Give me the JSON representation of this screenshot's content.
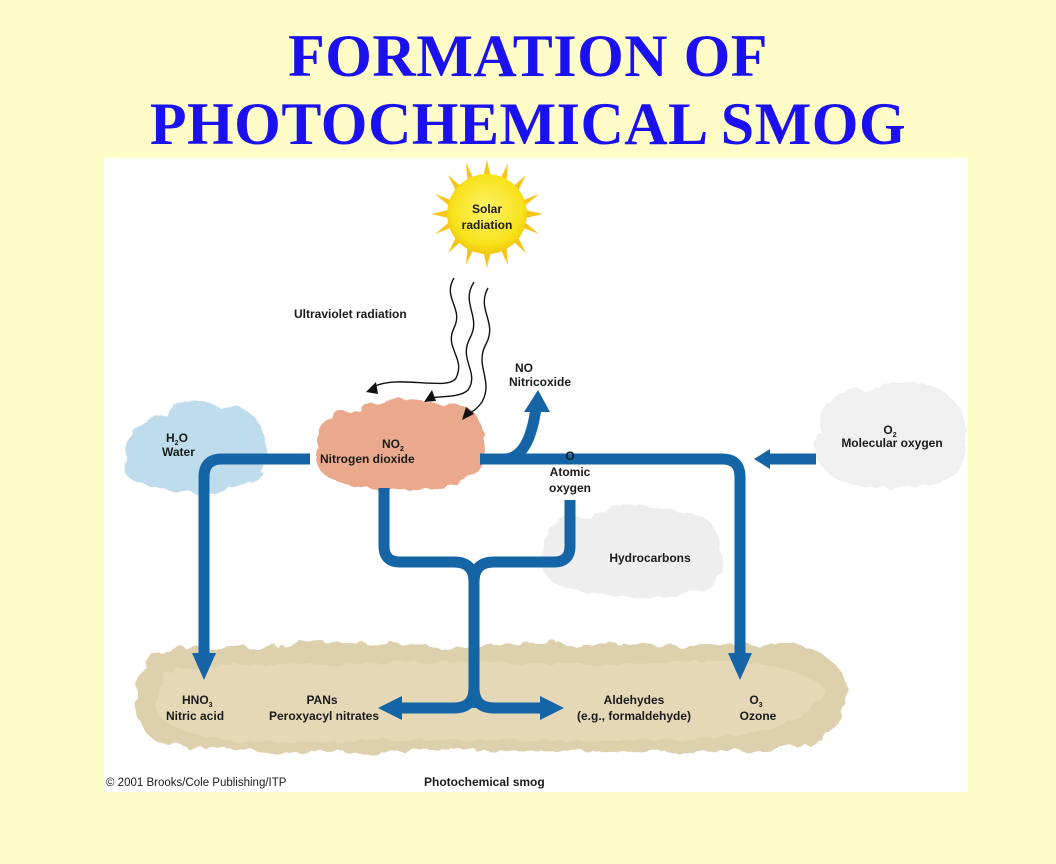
{
  "title": {
    "line1": "FORMATION OF",
    "line2": "PHOTOCHEMICAL SMOG"
  },
  "sun": {
    "line1": "Solar",
    "line2": "radiation"
  },
  "uv_label": "Ultraviolet radiation",
  "no": {
    "formula": "NO",
    "name": "Nitricoxide"
  },
  "h2o": {
    "formula": "H",
    "subscript": "2",
    "formula_suffix": "O",
    "name": "Water"
  },
  "no2": {
    "formula": "NO",
    "subscript": "2",
    "name": "Nitrogen dioxide"
  },
  "atomic_o": {
    "formula": "O",
    "name_line1": "Atomic",
    "name_line2": "oxygen"
  },
  "o2": {
    "formula": "O",
    "subscript": "2",
    "name": "Molecular oxygen"
  },
  "hydrocarbons": {
    "name": "Hydrocarbons"
  },
  "hno3": {
    "formula": "HNO",
    "subscript": "3",
    "name": "Nitric acid"
  },
  "pans": {
    "formula": "PANs",
    "name": "Peroxyacyl nitrates"
  },
  "aldehydes": {
    "formula": "Aldehydes",
    "name": "(e.g., formaldehyde)"
  },
  "o3": {
    "formula": "O",
    "subscript": "3",
    "name": "Ozone"
  },
  "footer": {
    "copyright": "© 2001 Brooks/Cole Publishing/ITP",
    "caption": "Photochemical smog"
  },
  "colors": {
    "title": "#1a10f0",
    "background": "#fefdc8",
    "arrow": "#1565a6",
    "sun": "#f7e21a",
    "no2_cloud": "#eaa98c",
    "water_cloud": "#bfdcec",
    "smog": "#ddd0ac"
  }
}
